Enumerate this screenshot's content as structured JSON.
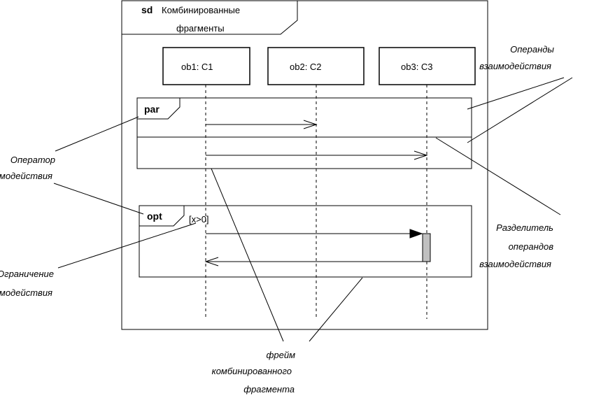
{
  "diagram": {
    "frame_keyword": "sd",
    "frame_title_line1": "Комбинированные",
    "frame_title_line2": "фрагменты",
    "lifelines": [
      {
        "label": "ob1: C1"
      },
      {
        "label": "ob2: C2"
      },
      {
        "label": "ob3: C3"
      }
    ],
    "fragments": {
      "par": {
        "operator": "par"
      },
      "opt": {
        "operator": "opt",
        "guard": "[x>0]"
      }
    }
  },
  "annotations": {
    "operands": [
      "Операнды",
      "взаимодействия"
    ],
    "operator": [
      "Оператор",
      "взаимодействия"
    ],
    "separator": [
      "Разделитель",
      "операндов",
      "взаимодействия"
    ],
    "constraint": [
      "Ограничение",
      "взаимодействия"
    ],
    "frame": [
      "фрейм",
      "комбинированного",
      "фрагмента"
    ]
  },
  "colors": {
    "line": "#000000",
    "activation": "#c0c0c0"
  }
}
